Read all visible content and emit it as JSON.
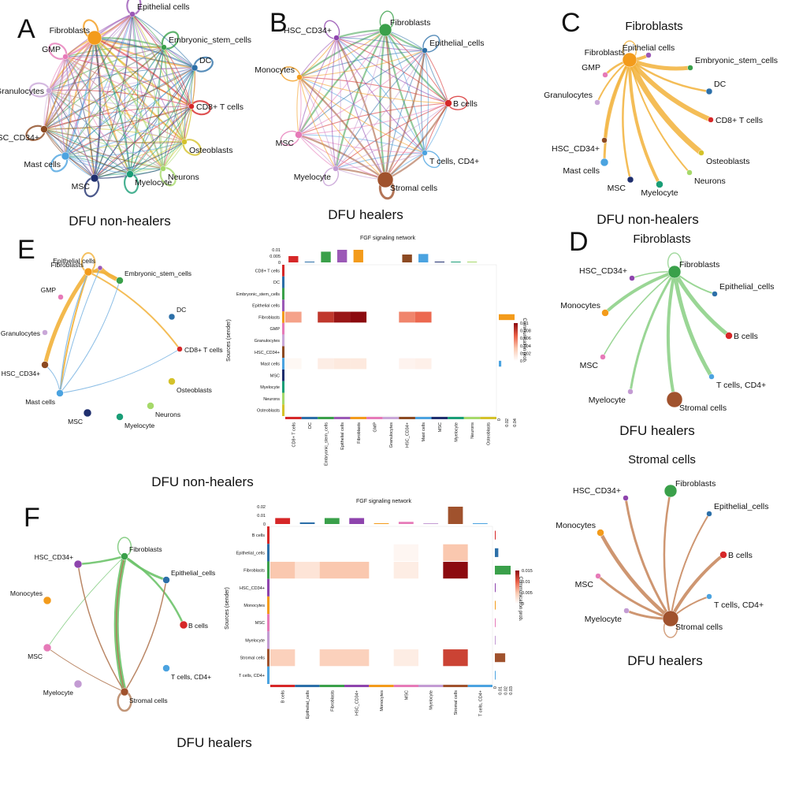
{
  "panels": {
    "A": {
      "letter": "A",
      "caption": "DFU non-healers"
    },
    "B": {
      "letter": "B",
      "caption": "DFU healers"
    },
    "C": {
      "letter": "C",
      "title": "Fibroblasts",
      "caption": "DFU non-healers"
    },
    "D": {
      "letter": "D",
      "title": "Fibroblasts"
    },
    "D2": {
      "title": "Stromal cells",
      "caption": "DFU healers"
    },
    "E": {
      "letter": "E",
      "caption": "DFU non-healers"
    },
    "F": {
      "letter": "F",
      "caption": "DFU healers"
    }
  },
  "panel_D_caption": "DFU healers",
  "node_colors": {
    "Fibroblasts": "#F39B1B",
    "Epithelial cells": "#9B59B6",
    "Embryonic_stem_cells": "#3AA04A",
    "DC": "#2C6FA8",
    "CD8+ T cells": "#D62728",
    "Osteoblasts": "#D4C22A",
    "Neurons": "#A6D96A",
    "Myelocyte": "#1A9E77",
    "MSC": "#1F2F6E",
    "Mast cells": "#4BA3E0",
    "HSC_CD34+": "#8C4A22",
    "Granulocytes": "#C9A7D8",
    "GMP": "#E67AB8",
    "B cells": "#D62728",
    "Epithelial_cells": "#2C6FA8",
    "Monocytes": "#F39B1B",
    "T cells, CD4+": "#4BA3E0",
    "Stromal cells": "#A0522D",
    "Fibroblasts_healer": "#3AA04A",
    "HSC_CD34+_healer": "#8E44AD",
    "MSC_healer": "#E67AB8",
    "Myelocyte_healer": "#C39BD3"
  },
  "panelA": {
    "nodes": [
      "Fibroblasts",
      "Epithelial cells",
      "Embryonic_stem_cells",
      "DC",
      "CD8+ T cells",
      "Osteoblasts",
      "Neurons",
      "Myelocyte",
      "MSC",
      "Mast cells",
      "HSC_CD34+",
      "Granulocytes",
      "GMP"
    ]
  },
  "panelB": {
    "nodes": [
      "Fibroblasts",
      "Epithelial_cells",
      "B cells",
      "T cells, CD4+",
      "Stromal cells",
      "Myelocyte",
      "MSC",
      "Monocytes",
      "HSC_CD34+"
    ]
  },
  "panelC": {
    "nodes": [
      "Fibroblasts",
      "Epithelial cells",
      "Embryonic_stem_cells",
      "DC",
      "CD8+ T cells",
      "Osteoblasts",
      "Neurons",
      "Myelocyte",
      "MSC",
      "Mast cells",
      "HSC_CD34+",
      "Granulocytes",
      "GMP"
    ]
  },
  "panelD": {
    "nodes": [
      "Fibroblasts",
      "Epithelial_cells",
      "B cells",
      "T cells, CD4+",
      "Stromal cells",
      "Myelocyte",
      "MSC",
      "Monocytes",
      "HSC_CD34+"
    ]
  },
  "panelD2": {
    "nodes": [
      "Fibroblasts",
      "Epithelial_cells",
      "B cells",
      "T cells, CD4+",
      "Stromal cells",
      "Myelocyte",
      "MSC",
      "Monocytes",
      "HSC_CD34+"
    ]
  },
  "panelE": {
    "nodes": [
      "Fibroblasts",
      "Epithelial cells",
      "Embryonic_stem_cells",
      "DC",
      "CD8+ T cells",
      "Osteoblasts",
      "Neurons",
      "Myelocyte",
      "MSC",
      "Mast cells",
      "HSC_CD34+",
      "Granulocytes",
      "GMP"
    ]
  },
  "panelF": {
    "nodes": [
      "Fibroblasts",
      "Epithelial_cells",
      "B cells",
      "T cells, CD4+",
      "Stromal cells",
      "Myelocyte",
      "MSC",
      "Monocytes",
      "HSC_CD34+"
    ]
  },
  "heatmapE": {
    "title": "FGF signaling network",
    "ylabel": "Sources (sender)",
    "legend_title": "Communication prob.",
    "legend_ticks": [
      "0.01",
      "0.008",
      "0.006",
      "0.004",
      "0.002",
      "0"
    ],
    "top_ticks": [
      "0.01",
      "0.005",
      "0"
    ],
    "right_ticks": [
      "0",
      "0.02",
      "0.04"
    ],
    "rows": [
      "CD8+ T cells",
      "DC",
      "Embryonic_stem_cells",
      "Epithelial cells",
      "Fibroblasts",
      "GMP",
      "Granulocytes",
      "HSC_CD34+",
      "Mast cells",
      "MSC",
      "Myelocyte",
      "Neurons",
      "Osteoblasts"
    ],
    "cols": [
      "CD8+ T cells",
      "DC",
      "Embryonic_stem_cells",
      "Epithelial cells",
      "Fibroblasts",
      "GMP",
      "Granulocytes",
      "HSC_CD34+",
      "Mast cells",
      "MSC",
      "Myelocyte",
      "Neurons",
      "Osteoblasts"
    ],
    "row_colors": [
      "#D62728",
      "#2C6FA8",
      "#3AA04A",
      "#9B59B6",
      "#F39B1B",
      "#E67AB8",
      "#C9A7D8",
      "#8C4A22",
      "#4BA3E0",
      "#1F2F6E",
      "#1A9E77",
      "#A6D96A",
      "#D4C22A"
    ],
    "max": 0.011,
    "values": [
      [
        0,
        0,
        0,
        0,
        0,
        0,
        0,
        0,
        0,
        0,
        0,
        0,
        0
      ],
      [
        0,
        0,
        0,
        0,
        0,
        0,
        0,
        0,
        0,
        0,
        0,
        0,
        0
      ],
      [
        0,
        0,
        0,
        0,
        0,
        0,
        0,
        0,
        0,
        0,
        0,
        0,
        0
      ],
      [
        0,
        0,
        0,
        0,
        0,
        0,
        0,
        0,
        0,
        0,
        0,
        0,
        0
      ],
      [
        0.005,
        0,
        0.009,
        0.0105,
        0.011,
        0,
        0,
        0.006,
        0.007,
        0,
        0,
        0,
        0
      ],
      [
        0,
        0,
        0,
        0,
        0,
        0,
        0,
        0,
        0,
        0,
        0,
        0,
        0
      ],
      [
        0,
        0,
        0,
        0,
        0,
        0,
        0,
        0,
        0,
        0,
        0,
        0,
        0
      ],
      [
        0,
        0,
        0,
        0,
        0,
        0,
        0,
        0,
        0,
        0,
        0,
        0,
        0
      ],
      [
        0.0005,
        0,
        0.0012,
        0.0015,
        0.0015,
        0,
        0,
        0.0008,
        0.001,
        0,
        0,
        0,
        0
      ],
      [
        0,
        0,
        0,
        0,
        0,
        0,
        0,
        0,
        0,
        0,
        0,
        0,
        0
      ],
      [
        0,
        0,
        0,
        0,
        0,
        0,
        0,
        0,
        0,
        0,
        0,
        0,
        0
      ],
      [
        0,
        0,
        0,
        0,
        0,
        0,
        0,
        0,
        0,
        0,
        0,
        0,
        0
      ],
      [
        0,
        0,
        0,
        0,
        0,
        0,
        0,
        0,
        0,
        0,
        0,
        0,
        0
      ]
    ],
    "col_totals": [
      0.006,
      0.0002,
      0.0102,
      0.012,
      0.012,
      0,
      0,
      0.0075,
      0.008,
      0.0003,
      0.0002,
      0.0002,
      0
    ],
    "row_totals": [
      0,
      0,
      0,
      0,
      0.045,
      0,
      0,
      0,
      0.007,
      0,
      0,
      0,
      0
    ]
  },
  "heatmapF": {
    "title": "FGF signaling network",
    "ylabel": "Sources (sender)",
    "legend_title": "Communication prob.",
    "legend_ticks": [
      "0.015",
      "0.01",
      "0.005",
      "0"
    ],
    "top_ticks": [
      "0.02",
      "0.01",
      "0"
    ],
    "right_ticks": [
      "0",
      "0.01",
      "0.02",
      "0.03"
    ],
    "rows": [
      "B cells",
      "Epithelial_cells",
      "Fibroblasts",
      "HSC_CD34+",
      "Monocytes",
      "MSC",
      "Myelocyte",
      "Stromal cells",
      "T cells, CD4+"
    ],
    "cols": [
      "B cells",
      "Epithelial_cells",
      "Fibroblasts",
      "HSC_CD34+",
      "Monocytes",
      "MSC",
      "Myelocyte",
      "Stromal cells",
      "T cells, CD4+"
    ],
    "row_colors": [
      "#D62728",
      "#2C6FA8",
      "#3AA04A",
      "#8E44AD",
      "#F39B1B",
      "#E67AB8",
      "#C39BD3",
      "#A0522D",
      "#4BA3E0"
    ],
    "max": 0.018,
    "values": [
      [
        0,
        0,
        0,
        0,
        0,
        0,
        0,
        0,
        0
      ],
      [
        0,
        0,
        0,
        0,
        0,
        0.001,
        0,
        0.006,
        0
      ],
      [
        0.006,
        0.003,
        0.006,
        0.006,
        0,
        0.002,
        0,
        0.018,
        0
      ],
      [
        0,
        0,
        0,
        0,
        0,
        0,
        0,
        0,
        0
      ],
      [
        0,
        0,
        0,
        0,
        0,
        0,
        0,
        0,
        0
      ],
      [
        0,
        0,
        0,
        0,
        0,
        0,
        0,
        0,
        0
      ],
      [
        0,
        0,
        0,
        0,
        0,
        0,
        0,
        0,
        0
      ],
      [
        0.005,
        0,
        0.005,
        0.005,
        0,
        0.002,
        0,
        0.014,
        0
      ],
      [
        0,
        0,
        0,
        0,
        0,
        0,
        0,
        0,
        0
      ]
    ],
    "col_totals": [
      0.011,
      0.003,
      0.011,
      0.011,
      0.0005,
      0.004,
      0.0005,
      0.032,
      0.0005
    ],
    "row_totals": [
      0.0005,
      0.007,
      0.032,
      0.0003,
      0.0003,
      0.0003,
      0.0003,
      0.021,
      0.0003
    ]
  }
}
